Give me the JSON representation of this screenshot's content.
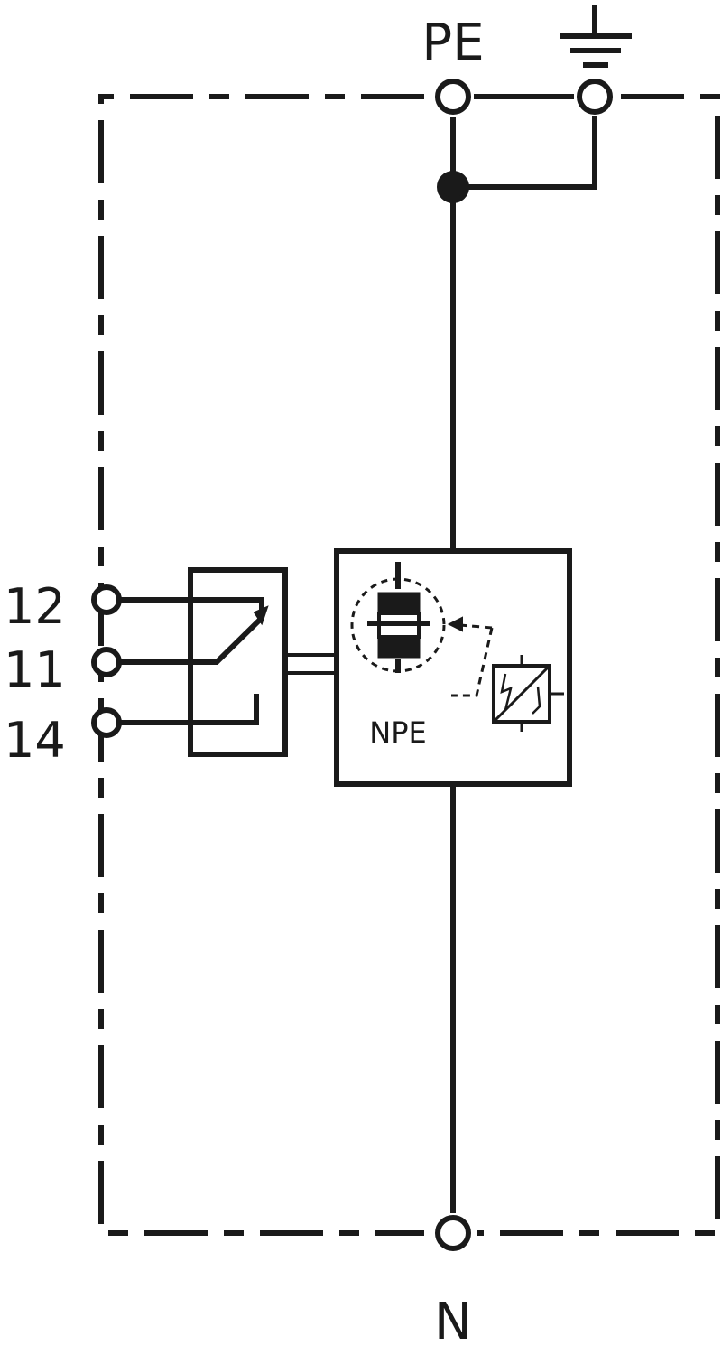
{
  "labels": {
    "pe": "PE",
    "n": "N",
    "npe": "NPE",
    "terminal_12": "12",
    "terminal_11": "11",
    "terminal_14": "14"
  },
  "colors": {
    "line": "#1a1a1a",
    "background": "#ffffff"
  },
  "icons": [
    "ground-icon",
    "spark-gap-icon",
    "thermal-disconnector-icon",
    "changeover-contact-icon"
  ]
}
